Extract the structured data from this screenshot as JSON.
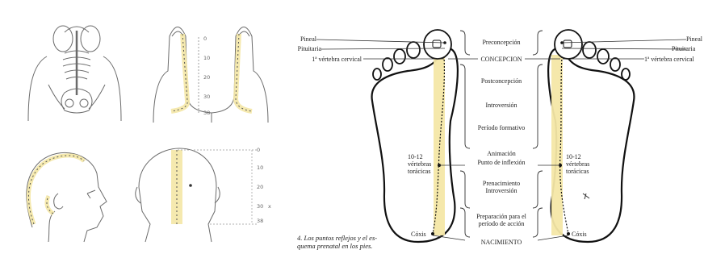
{
  "left_panel": {
    "hand_scale": [
      "0",
      "10",
      "20",
      "30",
      "38"
    ],
    "head_scale": [
      "0",
      "10",
      "20",
      "30",
      "38"
    ],
    "head_scale_suffix": "x"
  },
  "right_panel": {
    "left_labels": [
      "Pineal",
      "Pituitaria",
      "1ª vértebra cervical"
    ],
    "right_labels": [
      "Pineal",
      "Pituitaria",
      "1ª vértebra cervical"
    ],
    "thoracic_left": "10-12\nvértebras\ntorácicas",
    "thoracic_right": "10-12\nvértebras\ntorácicas",
    "coxis_left": "Cóxis",
    "coxis_right": "Cóxis",
    "stages": [
      "Preconcepción",
      "CONCEPCION",
      "Postconcepción",
      "Introversión",
      "Período formativo",
      "Animación",
      "Punto de inflexión",
      "Prenacimiento\nIntroversión",
      "Preparación para el\nperíodo de acción",
      "NACIMIENTO"
    ],
    "caption": "4.  Los puntos reflejos y el es-\nquema prenatal en los pies."
  },
  "colors": {
    "highlight": "#f4e7a6",
    "ink": "#1a1a1a",
    "sketch": "#6b6b6b"
  }
}
